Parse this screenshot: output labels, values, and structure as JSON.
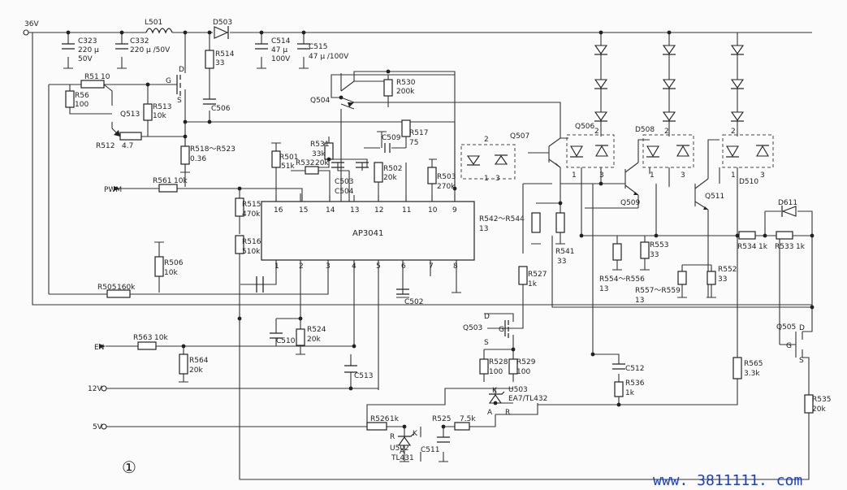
{
  "watermark": "www. 3811111. com",
  "figure_number": "①",
  "ic": {
    "name": "AP3041",
    "pins_top": [
      "16",
      "15",
      "14",
      "13",
      "12",
      "11",
      "10",
      "9"
    ],
    "pins_bottom": [
      "1",
      "2",
      "3",
      "4",
      "5",
      "6",
      "7",
      "8"
    ]
  },
  "inputs": {
    "v36": "36V",
    "pwm": "PWM",
    "en": "EN",
    "v12": "12V",
    "v5": "5V"
  },
  "components": {
    "c323": "C323",
    "c323_v": "220 μ",
    "c323_v2": "50V",
    "c332": "C332",
    "c332_v": "220 μ /50V",
    "l501": "L501",
    "d503": "D503",
    "r514": "R514",
    "r514_v": "33",
    "c514": "C514",
    "c514_v": "47 μ",
    "c514_v2": "100V",
    "c515": "C515",
    "c515_v": "47 μ /100V",
    "r51": "R51",
    "r51_v": "10",
    "r56": "R56",
    "r56_v": "100",
    "q513": "Q513",
    "r513": "R513",
    "r513_v": "10k",
    "r512": "R512",
    "r512_v": "4.7",
    "r518": "R518～R523",
    "r518_v": "0.36",
    "c506": "C506",
    "q504": "Q504",
    "r530": "R530",
    "r530_v": "200k",
    "r531": "R531",
    "r531_v": "33k",
    "c509": "C509",
    "r517": "R517",
    "r517_v": "75",
    "r501": "R501",
    "r501_v": "51k",
    "r532": "R532",
    "r532_v": "20k",
    "c503": "C503",
    "c504": "C504",
    "r502": "R502",
    "r502_v": "20k",
    "r503": "R503",
    "r503_v": "270k",
    "r561": "R561",
    "r561_v": "10k",
    "r515": "R515",
    "r515_v": "470k",
    "r516": "R516",
    "r516_v": "510k",
    "r506": "R506",
    "r506_v": "10k",
    "r505": "R505",
    "r505_v": "160k",
    "c502": "C502",
    "c510": "C510",
    "r524": "R524",
    "r524_v": "20k",
    "r563": "R563",
    "r563_v": "10k",
    "r564": "R564",
    "r564_v": "20k",
    "c513": "C513",
    "q507": "Q507",
    "r542": "R542～R544",
    "r542_v": "13",
    "r541": "R541",
    "r541_v": "33",
    "r527": "R527",
    "r527_v": "1k",
    "q503": "Q503",
    "r528": "R528",
    "r528_v": "100",
    "r529": "R529",
    "r529_v": "100",
    "q506": "Q506",
    "d508": "D508",
    "d510": "D510",
    "q509": "Q509",
    "q511": "Q511",
    "r553": "R553",
    "r553_v": "33",
    "r554": "R554～R556",
    "r554_v": "13",
    "r557": "R557～R559",
    "r557_v": "13",
    "r552": "R552",
    "r552_v": "33",
    "d611": "D611",
    "r534": "R534",
    "r534_v": "1k",
    "r533": "R533",
    "r533_v": "1k",
    "q505": "Q505",
    "c512": "C512",
    "r536": "R536",
    "r536_v": "1k",
    "r565": "R565",
    "r565_v": "3.3k",
    "r535": "R535",
    "r535_v": "20k",
    "u503": "U503",
    "u503_v": "EA7/TL432",
    "r526": "R526",
    "r526_v": "1k",
    "r525": "R525",
    "r525_v": "7.5k",
    "u502": "U502",
    "u502_v": "TL431",
    "c511": "C511"
  },
  "pin_marks": {
    "d": "D",
    "g": "G",
    "s": "S",
    "a": "A",
    "k": "K",
    "r": "R",
    "one": "1",
    "two": "2",
    "three": "3"
  }
}
